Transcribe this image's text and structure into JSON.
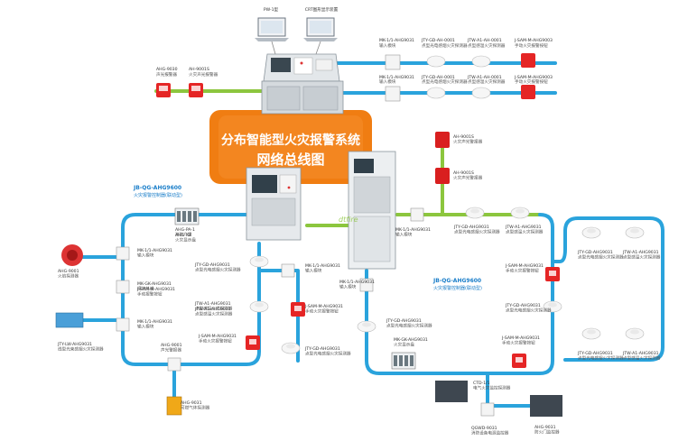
{
  "colors": {
    "bus_blue": "#2aa3dc",
    "bus_green": "#8cc63e",
    "title_orange": "#f07d12",
    "panel_grey": "#c8cdd2"
  },
  "title": {
    "line1": "分布智能型火灾报警系统",
    "line2": "网络总线图"
  },
  "watermark": "dtfire",
  "loops": {
    "left": {
      "code": "JB-QG-AHG9600",
      "name": "火灾报警控制器(联动型)"
    },
    "right": {
      "code": "JB-QG-AHG9600",
      "name": "火灾报警控制器(联动型)"
    }
  },
  "top": {
    "pc1": "PW-1型",
    "pc2": "CRT图形显示装置",
    "left_devices": [
      {
        "code": "AHG-9030",
        "name": "声光报警器"
      },
      {
        "code": "AH-9001S",
        "name": "火灾声光报警器"
      }
    ],
    "row1": [
      {
        "code": "MK-1/1-AHG9031",
        "name": "输入模块"
      },
      {
        "code": "JTY-GD-AH-0001",
        "name": "点型光电感烟火灾探测器"
      },
      {
        "code": "JTW-A1-AH-0001",
        "name": "点型感温火灾探测器"
      },
      {
        "code": "J-SAM-M-AHG9003",
        "name": "手动火灾报警按钮"
      }
    ],
    "row2": [
      {
        "code": "MK-1/1-AHG9031",
        "name": "输入模块"
      },
      {
        "code": "JTY-GD-AH-0001",
        "name": "点型光电感烟火灾探测器"
      },
      {
        "code": "JTW-A1-AH-0001",
        "name": "点型感温火灾探测器"
      },
      {
        "code": "J-SAM-M-AHG9003",
        "name": "手动火灾报警按钮"
      }
    ]
  },
  "left_loop_devices": [
    {
      "code": "MK-1/1-AHG9031",
      "name": "输入模块"
    },
    {
      "code": "AHG-PA-1",
      "name": "消防广播"
    },
    {
      "code": "AHG-KZ",
      "name": "火灾显示盘"
    },
    {
      "code": "MK-GK-AHG9031",
      "name": "模块总线"
    },
    {
      "code": "J-SAM-M-AHG9031",
      "name": "手动报警按钮"
    },
    {
      "code": "MK-1/1-AHG9031",
      "name": "输入模块"
    },
    {
      "code": "JTY-GD-AHG9031",
      "name": "点型光电感烟火灾探测器"
    },
    {
      "code": "JTW-A1-AHG9031",
      "name": "点型感温火灾探测器"
    },
    {
      "code": "MK-1/1-AHG9031",
      "name": "输入模块"
    },
    {
      "code": "J-SAM-M-AHG9031",
      "name": "手动火灾报警按钮"
    },
    {
      "code": "J-SAM-M-AHG9031",
      "name": "手动火灾报警按钮"
    },
    {
      "code": "JTY-GD-AHG9031",
      "name": "点型光电感烟火灾探测器"
    },
    {
      "code": "AHG-9001",
      "name": "声光警报器"
    },
    {
      "code": "JTW-A1-AHG9031",
      "name": "点型感温火灾探测器"
    },
    {
      "code": "AHG-9001",
      "name": "火焰探测器"
    },
    {
      "code": "JTY-LW-AHG9031",
      "name": "线型光束感烟火灾探测器"
    },
    {
      "code": "AHG-9031",
      "name": "可燃气体探测器"
    }
  ],
  "right_top_devices": [
    {
      "code": "AH-9001S",
      "name": "火灾声光警报器"
    },
    {
      "code": "AH-9001S",
      "name": "火灾声光警报器"
    },
    {
      "code": "MK-1/1-AHG9031",
      "name": "输入模块"
    }
  ],
  "right_loop_devices": [
    {
      "code": "JTY-GD-AHG9031",
      "name": "点型光电感烟火灾探测器"
    },
    {
      "code": "JTW-A1-AHG9031",
      "name": "点型感温火灾探测器"
    },
    {
      "code": "JTY-GD-AHG9031",
      "name": "点型光电感烟火灾探测器"
    },
    {
      "code": "JTW-A1-AHG9031",
      "name": "点型感温火灾探测器"
    },
    {
      "code": "J-SAM-M-AHG9031",
      "name": "手动火灾报警按钮"
    },
    {
      "code": "JTY-GD-AHG9031",
      "name": "点型光电感烟火灾探测器"
    },
    {
      "code": "MK-1/1-AHG9031",
      "name": "输入模块"
    },
    {
      "code": "JTY-GD-AHG9031",
      "name": "点型光电感烟火灾探测器"
    },
    {
      "code": "MK-GK-AHG9031",
      "name": "火灾显示盘"
    },
    {
      "code": "J-SAM-M-AHG9031",
      "name": "手动火灾报警按钮"
    },
    {
      "code": "JTY-GD-AHG9031",
      "name": "点型光电感烟火灾探测器"
    },
    {
      "code": "JTW-A1-AHG9031",
      "name": "点型感温火灾探测器"
    },
    {
      "code": "CTD-1/1",
      "name": "电气火灾监控探测器"
    },
    {
      "code": "QGWD-9031",
      "name": "消防设备电源监控器"
    },
    {
      "code": "AHG-9031",
      "name": "防火门监控器"
    }
  ]
}
